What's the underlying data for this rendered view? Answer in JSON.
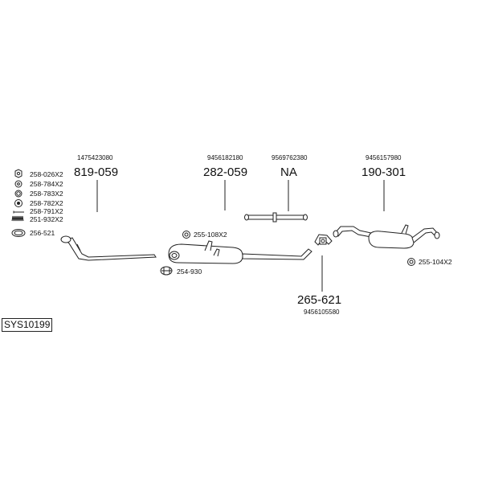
{
  "diagram_id": "SYS10199",
  "parts": [
    {
      "oem": "1475423080",
      "code": "819-059"
    },
    {
      "oem": "9456182180",
      "code": "282-059"
    },
    {
      "oem": "9569762380",
      "code": "NA"
    },
    {
      "oem": "9456157980",
      "code": "190-301"
    },
    {
      "oem": "9456105580",
      "code": "265-621"
    }
  ],
  "accessories": [
    {
      "label": "258-026X2",
      "icon": "hex-nut-icon"
    },
    {
      "label": "258-784X2",
      "icon": "washer-icon"
    },
    {
      "label": "258-783X2",
      "icon": "lock-washer-icon"
    },
    {
      "label": "258-782X2",
      "icon": "flange-nut-icon"
    },
    {
      "label": "258-791X2",
      "icon": "bolt-icon"
    },
    {
      "label": "251-932X2",
      "icon": "spring-icon"
    },
    {
      "label": "256-521",
      "icon": "gasket-ring-icon"
    }
  ],
  "fittings": [
    {
      "label": "255-108X2",
      "icon": "rubber-mount-icon"
    },
    {
      "label": "254-930",
      "icon": "clamp-icon"
    },
    {
      "label": "255-104X2",
      "icon": "rubber-mount-icon"
    }
  ]
}
